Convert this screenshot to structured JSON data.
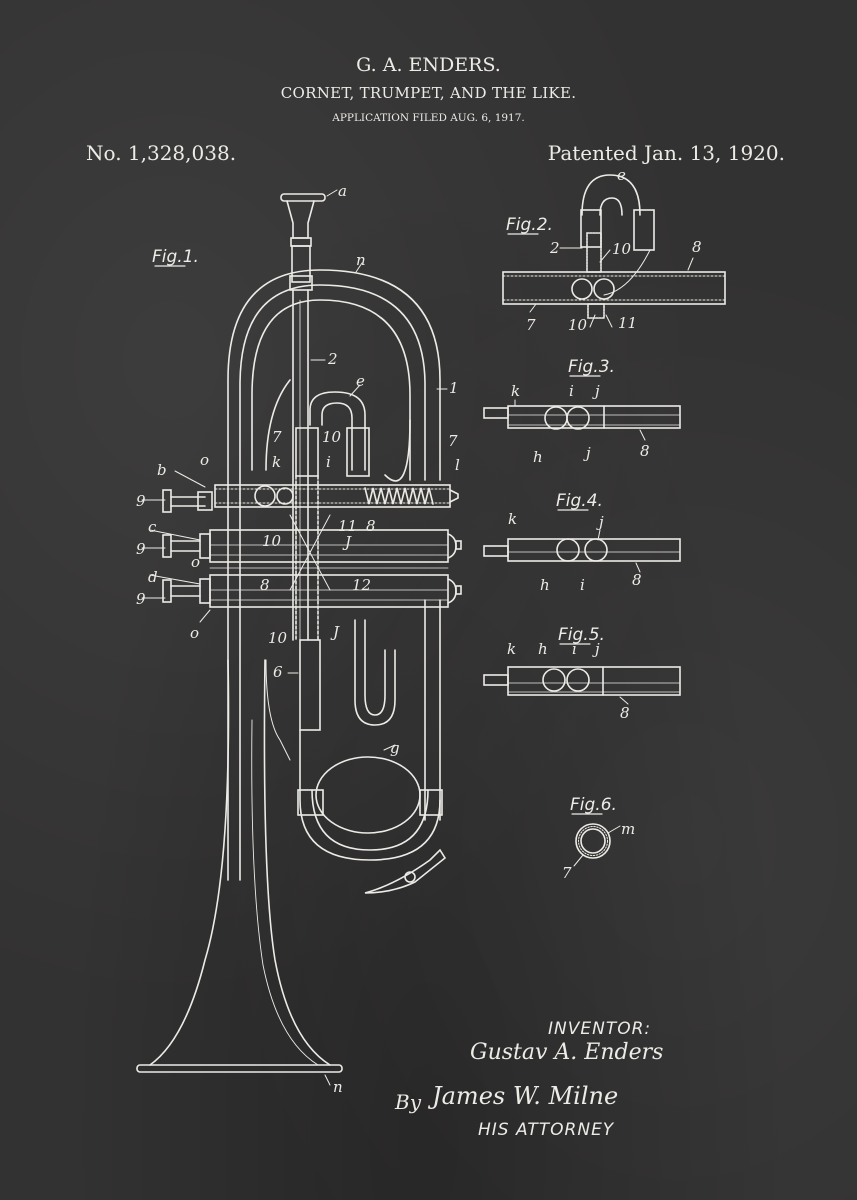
{
  "header": {
    "inventor_name": "G. A. ENDERS.",
    "title": "CORNET, TRUMPET, AND THE LIKE.",
    "application": "APPLICATION FILED AUG. 6, 1917.",
    "patent_number": "No. 1,328,038.",
    "patented_date": "Patented Jan. 13, 1920."
  },
  "figures": {
    "fig1": {
      "label": "Fig.1.",
      "refs": [
        "a",
        "n",
        "2",
        "e",
        "1",
        "7",
        "10",
        "k",
        "i",
        "7",
        "l",
        "b",
        "o",
        "9",
        "c",
        "9",
        "o",
        "d",
        "9",
        "o",
        "10",
        "11",
        "8",
        "J",
        "10",
        "8",
        "12",
        "10",
        "J",
        "6",
        "g",
        "n"
      ]
    },
    "fig2": {
      "label": "Fig.2.",
      "refs": [
        "e",
        "2",
        "10",
        "8",
        "7",
        "10",
        "11"
      ]
    },
    "fig3": {
      "label": "Fig.3.",
      "refs": [
        "k",
        "i",
        "j",
        "h",
        "j",
        "8"
      ]
    },
    "fig4": {
      "label": "Fig.4.",
      "refs": [
        "k",
        "j",
        "h",
        "i",
        "8"
      ]
    },
    "fig5": {
      "label": "Fig.5.",
      "refs": [
        "k",
        "h",
        "i",
        "j",
        "8"
      ]
    },
    "fig6": {
      "label": "Fig.6.",
      "refs": [
        "m",
        "7"
      ]
    }
  },
  "signature": {
    "inventor_heading": "INVENTOR:",
    "inventor_signature": "Gustav A. Enders",
    "by": "By",
    "attorney_signature": "James W. Milne",
    "attorney_heading": "HIS ATTORNEY"
  },
  "colors": {
    "background": "#333232",
    "ink": "#ecebe6"
  }
}
